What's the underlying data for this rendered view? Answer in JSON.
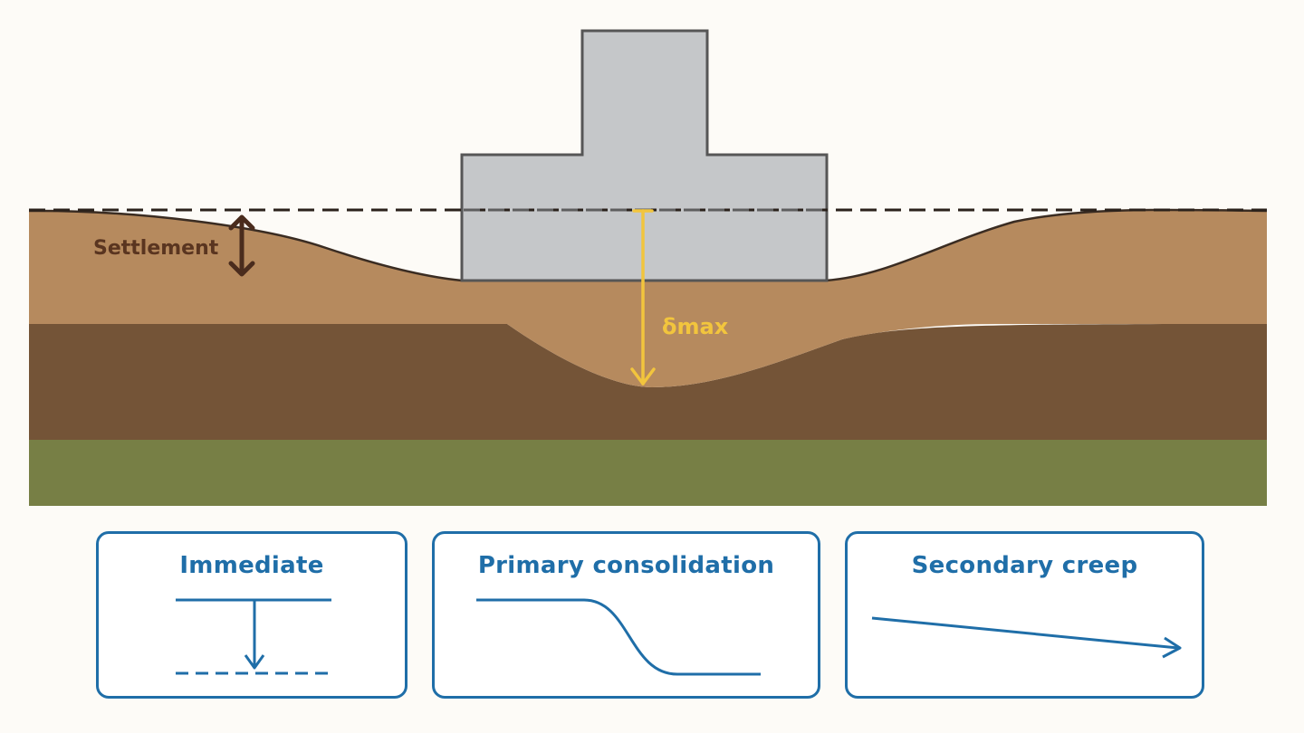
{
  "diagram": {
    "settlement_label": "Settlement",
    "dmax_label": "δmax",
    "colors": {
      "background": "#fdfbf7",
      "soil_top": "#b68a5e",
      "soil_middle": "#745437",
      "soil_bottom": "#777f45",
      "foundation": "#c5c7c9",
      "outline": "#3a2c22",
      "dmax_arrow": "#f2c53d",
      "panel_accent": "#1f6ea8"
    }
  },
  "panels": [
    {
      "title": "Immediate",
      "icon": "step-down-arrow-icon"
    },
    {
      "title": "Primary consolidation",
      "icon": "s-curve-icon"
    },
    {
      "title": "Secondary creep",
      "icon": "sloped-arrow-icon"
    }
  ]
}
